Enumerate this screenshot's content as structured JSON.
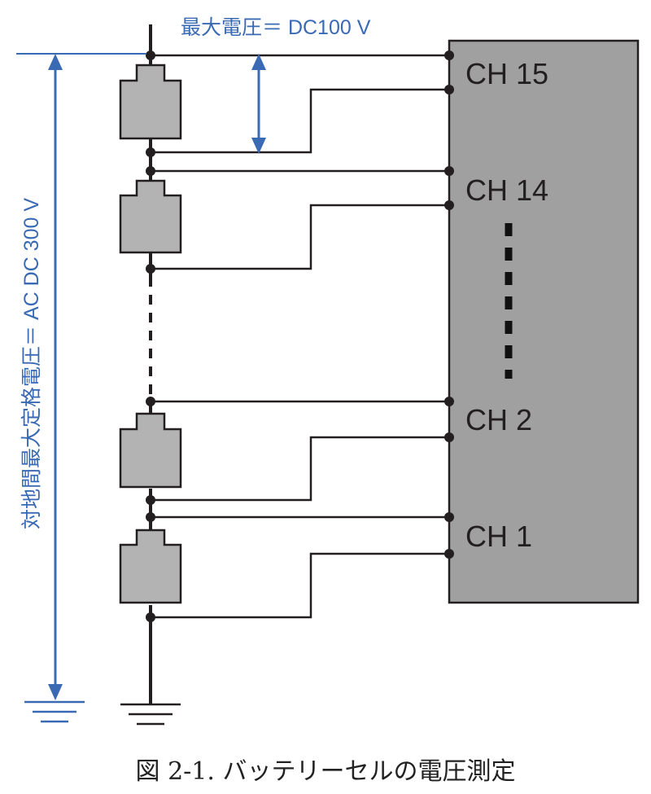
{
  "annotations": {
    "max_voltage": "最大電圧＝ DC100 V",
    "ground_rating": "対地間最大定格電圧＝ AC DC 300 V"
  },
  "channels": [
    {
      "label": "CH 15"
    },
    {
      "label": "CH 14"
    },
    {
      "label": "CH 2"
    },
    {
      "label": "CH 1"
    }
  ],
  "caption": "図 2-1. バッテリーセルの電圧測定",
  "colors": {
    "annotation_blue": "#3a6ab4",
    "line": "#231f20",
    "instrument_fill": "#a0a0a0",
    "cell_fill": "#b3b3b3"
  },
  "icons": [
    "ground-symbol-icon",
    "arrow-double-icon"
  ]
}
